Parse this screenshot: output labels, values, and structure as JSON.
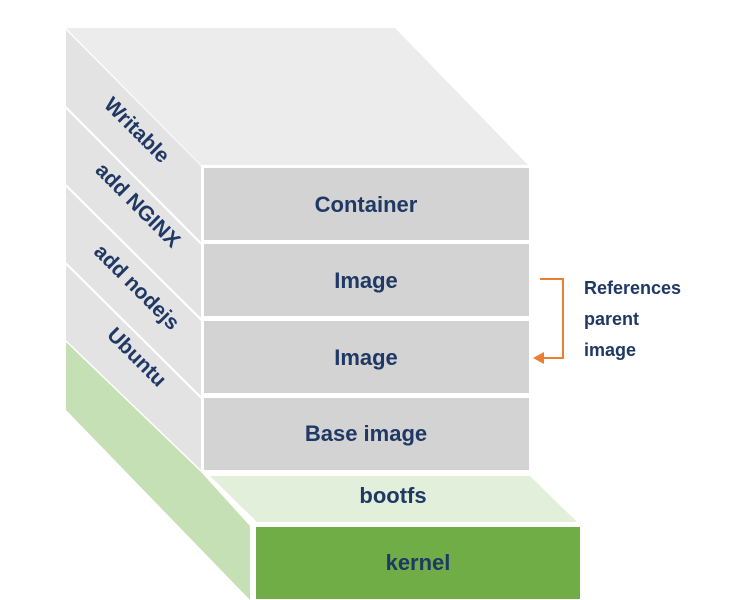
{
  "layers": {
    "container": "Container",
    "image_upper": "Image",
    "image_lower": "Image",
    "base_image": "Base image",
    "bootfs": "bootfs",
    "kernel": "kernel"
  },
  "side_labels": {
    "writable": "Writable",
    "nginx": "add NGINX",
    "nodejs": "add nodejs",
    "ubuntu": "Ubuntu"
  },
  "annotation": {
    "line1": "References",
    "line2": "parent",
    "line3": "image"
  },
  "colors": {
    "layer_fill": "#d3d3d3",
    "top_face": "#ececec",
    "side_face": "#e3e3e3",
    "bootfs_fill": "#e2efda",
    "kernel_fill": "#70ad47",
    "kernel_side": "#c5e0b4",
    "text": "#1f3864",
    "arrow": "#ed7d31"
  }
}
